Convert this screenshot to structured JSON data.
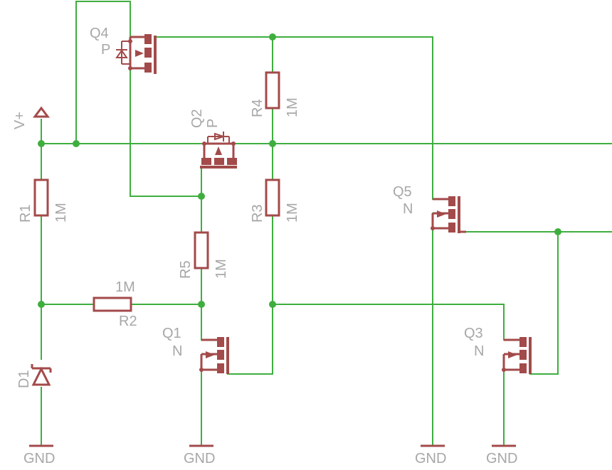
{
  "colors": {
    "background": "#ffffff",
    "wire": "#3fae3f",
    "component": "#a34a4a",
    "label": "#a7a7a7"
  },
  "labels": {
    "q4_name": "Q4",
    "q4_type": "P",
    "q2_name": "Q2",
    "q2_type": "P",
    "q5_name": "Q5",
    "q5_type": "N",
    "q1_name": "Q1",
    "q1_type": "N",
    "q3_name": "Q3",
    "q3_type": "N",
    "r1_name": "R1",
    "r1_value": "1M",
    "r2_name": "R2",
    "r2_value": "1M",
    "r3_name": "R3",
    "r3_value": "1M",
    "r4_name": "R4",
    "r4_value": "1M",
    "r5_name": "R5",
    "r5_value": "1M",
    "d1_name": "D1",
    "supply": "V+",
    "gnd": "GND"
  }
}
